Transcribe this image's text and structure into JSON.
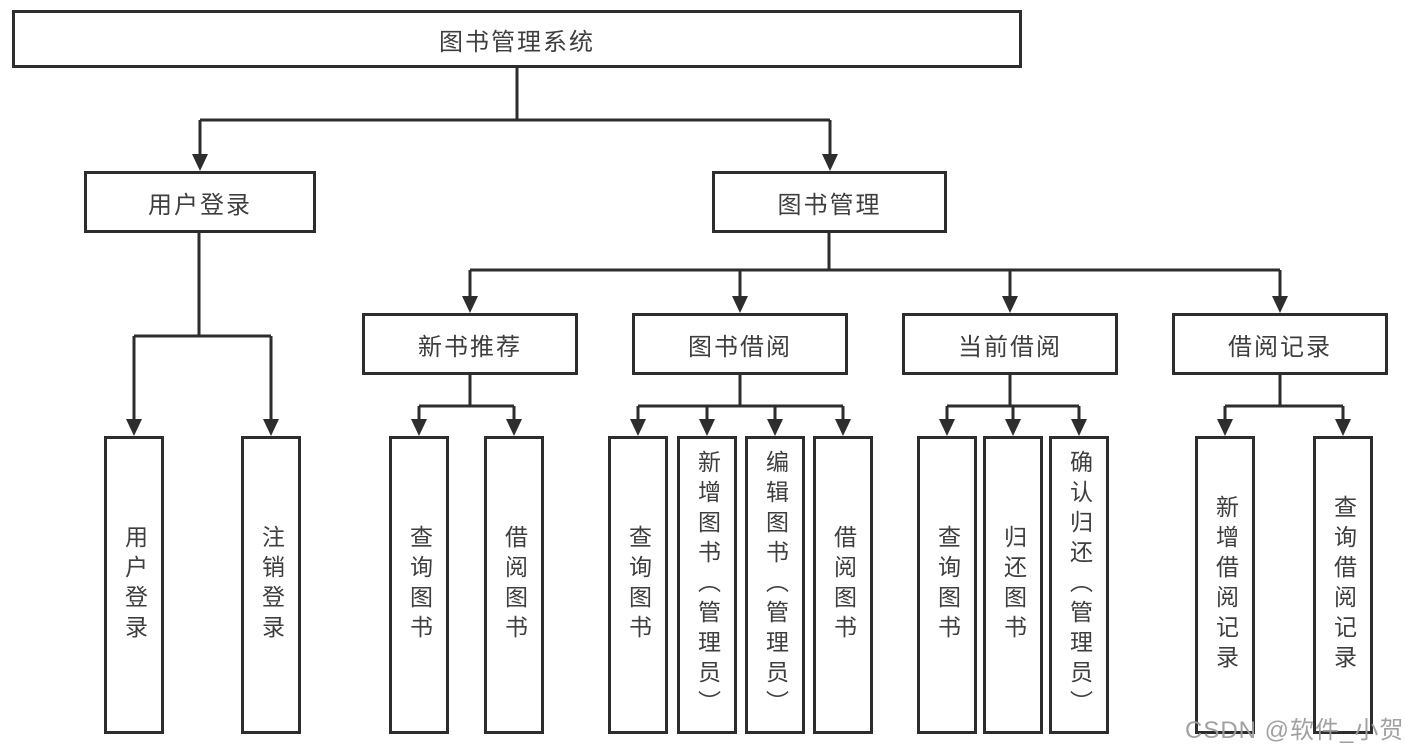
{
  "colors": {
    "background": "#ffffff",
    "line": "#2d2d2d",
    "box_border": "#2d2d2d",
    "text": "#3e3e3e",
    "watermark": "#9c9c9c"
  },
  "diagram": {
    "root": {
      "label": "图书管理系统"
    },
    "level2": [
      {
        "label": "用户登录"
      },
      {
        "label": "图书管理"
      }
    ],
    "level3": [
      {
        "label": "新书推荐"
      },
      {
        "label": "图书借阅"
      },
      {
        "label": "当前借阅"
      },
      {
        "label": "借阅记录"
      }
    ],
    "leaves": {
      "user_login": [
        "用户登录",
        "注销登录"
      ],
      "new_book_recommend": [
        "查询图书",
        "借阅图书"
      ],
      "book_borrow": [
        "查询图书",
        "新增图书（管理员）",
        "编辑图书（管理员）",
        "借阅图书"
      ],
      "current_borrow": [
        "查询图书",
        "归还图书",
        "确认归还（管理员）"
      ],
      "borrow_records": [
        "新增借阅记录",
        "查询借阅记录"
      ]
    }
  },
  "watermark": {
    "text": "CSDN @软件_小贺同学"
  }
}
